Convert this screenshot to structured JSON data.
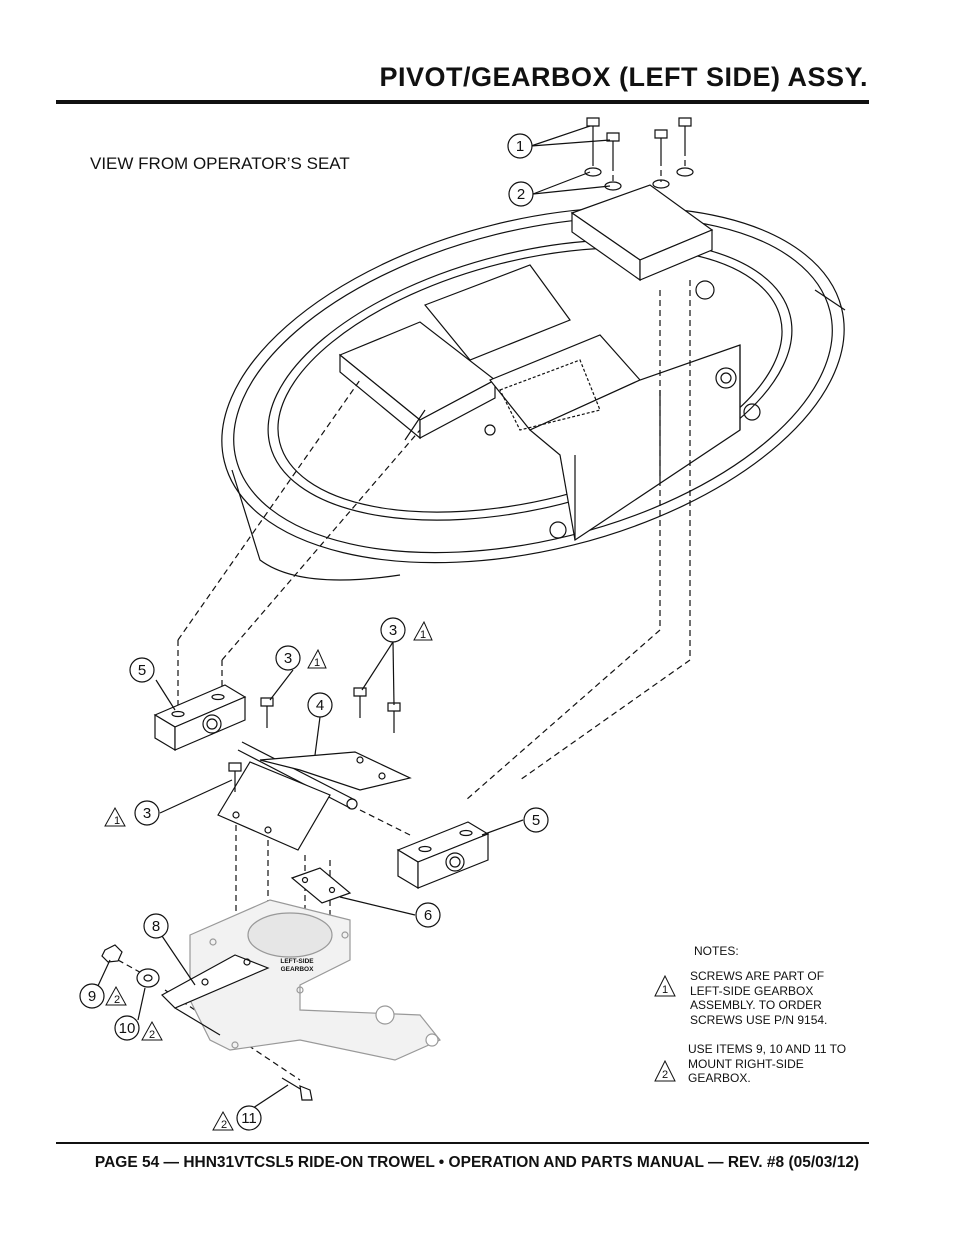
{
  "page": {
    "title": "PIVOT/GEARBOX (LEFT SIDE) ASSY.",
    "view_label": "VIEW FROM OPERATOR’S SEAT",
    "footer": "PAGE 54 — HHN31VTCSL5 RIDE-ON TROWEL • OPERATION AND PARTS MANUAL — REV. #8 (05/03/12)"
  },
  "drawing": {
    "gearbox_label_line1": "LEFT-SIDE",
    "gearbox_label_line2": "GEARBOX",
    "callouts": [
      {
        "id": "c1",
        "number": "1"
      },
      {
        "id": "c2",
        "number": "2"
      },
      {
        "id": "c3a",
        "number": "3",
        "note_ref": "1"
      },
      {
        "id": "c3b",
        "number": "3",
        "note_ref": "1"
      },
      {
        "id": "c3c",
        "number": "3",
        "note_ref": "1"
      },
      {
        "id": "c4",
        "number": "4"
      },
      {
        "id": "c5a",
        "number": "5"
      },
      {
        "id": "c5b",
        "number": "5"
      },
      {
        "id": "c6",
        "number": "6"
      },
      {
        "id": "c8",
        "number": "8"
      },
      {
        "id": "c9",
        "number": "9",
        "note_ref": "2"
      },
      {
        "id": "c10",
        "number": "10",
        "note_ref": "2"
      },
      {
        "id": "c11",
        "number": "11",
        "note_ref": "2"
      }
    ]
  },
  "notes": {
    "title": "NOTES:",
    "items": [
      {
        "ref": "1",
        "text": "SCREWS ARE PART OF LEFT-SIDE GEARBOX ASSEMBLY. TO ORDER SCREWS USE P/N 9154."
      },
      {
        "ref": "2",
        "text": "USE ITEMS 9, 10 AND 11 TO MOUNT RIGHT-SIDE GEARBOX."
      }
    ]
  }
}
